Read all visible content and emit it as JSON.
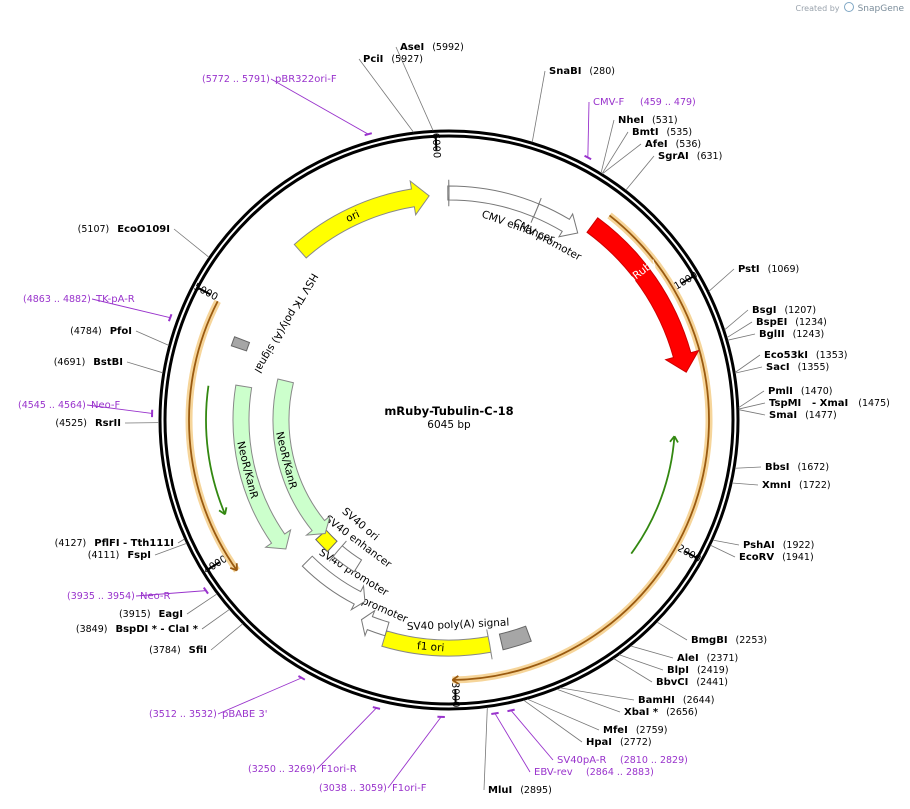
{
  "credit": {
    "prefix": "Created by",
    "brand": "SnapGene"
  },
  "plasmid": {
    "name": "mRuby-Tubulin-C-18",
    "size_label": "6045 bp",
    "length": 6045
  },
  "ticks": [
    "1000",
    "2000",
    "3000",
    "4000",
    "5000",
    "6000"
  ],
  "features": [
    {
      "label": "CMV enhancer",
      "color": "#ffffff"
    },
    {
      "label": "CMV promoter",
      "color": "#ffffff"
    },
    {
      "label": "mRuby",
      "color": "#ff0000"
    },
    {
      "label": "SV40 poly(A) signal",
      "color": "#999999"
    },
    {
      "label": "f1 ori",
      "color": "#ffff00"
    },
    {
      "label": "AmpR promoter",
      "color": "#ffffff"
    },
    {
      "label": "SV40 promoter",
      "color": "#ffffff"
    },
    {
      "label": "SV40 enhancer",
      "color": "#ffffff"
    },
    {
      "label": "SV40 ori",
      "color": "#ffff00"
    },
    {
      "label": "NeoR/KanR",
      "color": "#ccffcc"
    },
    {
      "label": "NeoR/KanR",
      "color": "#ccffcc"
    },
    {
      "label": "HSV TK poly(A) signal",
      "color": "#999999"
    },
    {
      "label": "ori",
      "color": "#ffff00"
    }
  ],
  "sites": [
    {
      "name": "AseI",
      "pos": "(5992)"
    },
    {
      "name": "PciI",
      "pos": "(5927)"
    },
    {
      "name": "SnaBI",
      "pos": "(280)"
    },
    {
      "name": "NheI",
      "pos": "(531)"
    },
    {
      "name": "BmtI",
      "pos": "(535)"
    },
    {
      "name": "AfeI",
      "pos": "(536)"
    },
    {
      "name": "SgrAI",
      "pos": "(631)"
    },
    {
      "name": "PstI",
      "pos": "(1069)"
    },
    {
      "name": "BsgI",
      "pos": "(1207)"
    },
    {
      "name": "BspEI",
      "pos": "(1234)"
    },
    {
      "name": "BglII",
      "pos": "(1243)"
    },
    {
      "name": "Eco53kI",
      "pos": "(1353)"
    },
    {
      "name": "SacI",
      "pos": "(1355)"
    },
    {
      "name": "PmlI",
      "pos": "(1470)"
    },
    {
      "name": "TspMI",
      "pos": ""
    },
    {
      "name": "- XmaI",
      "pos": "(1475)"
    },
    {
      "name": "SmaI",
      "pos": "(1477)"
    },
    {
      "name": "BbsI",
      "pos": "(1672)"
    },
    {
      "name": "XmnI",
      "pos": "(1722)"
    },
    {
      "name": "PshAI",
      "pos": "(1922)"
    },
    {
      "name": "EcoRV",
      "pos": "(1941)"
    },
    {
      "name": "BmgBI",
      "pos": "(2253)"
    },
    {
      "name": "AleI",
      "pos": "(2371)"
    },
    {
      "name": "BlpI",
      "pos": "(2419)"
    },
    {
      "name": "BbvCI",
      "pos": "(2441)"
    },
    {
      "name": "BamHI",
      "pos": "(2644)"
    },
    {
      "name": "XbaI *",
      "pos": "(2656)"
    },
    {
      "name": "MfeI",
      "pos": "(2759)"
    },
    {
      "name": "HpaI",
      "pos": "(2772)"
    },
    {
      "name": "MluI",
      "pos": "(2895)"
    },
    {
      "name": "SfiI",
      "pos": "(3784)"
    },
    {
      "name": "BspDI * - ClaI *",
      "pos": "(3849)"
    },
    {
      "name": "EagI",
      "pos": "(3915)"
    },
    {
      "name": "FspI",
      "pos": "(4111)"
    },
    {
      "name": "PflFI - Tth111I",
      "pos": "(4127)"
    },
    {
      "name": "RsrII",
      "pos": "(4525)"
    },
    {
      "name": "BstBI",
      "pos": "(4691)"
    },
    {
      "name": "PfoI",
      "pos": "(4784)"
    },
    {
      "name": "EcoO109I",
      "pos": "(5107)"
    }
  ],
  "primers": [
    {
      "name": "pBR322ori-F",
      "range": "(5772 .. 5791)"
    },
    {
      "name": "CMV-F",
      "range": "(459 .. 479)"
    },
    {
      "name": "TK-pA-R",
      "range": "(4863 .. 4882)"
    },
    {
      "name": "Neo-F",
      "range": "(4545 .. 4564)"
    },
    {
      "name": "Neo-R",
      "range": "(3935 .. 3954)"
    },
    {
      "name": "pBABE 3'",
      "range": "(3512 .. 3532)"
    },
    {
      "name": "F1ori-R",
      "range": "(3250 .. 3269)"
    },
    {
      "name": "F1ori-F",
      "range": "(3038 .. 3059)"
    },
    {
      "name": "SV40pA-R",
      "range": "(2810 .. 2829)"
    },
    {
      "name": "EBV-rev",
      "range": "(2864 .. 2883)"
    }
  ]
}
